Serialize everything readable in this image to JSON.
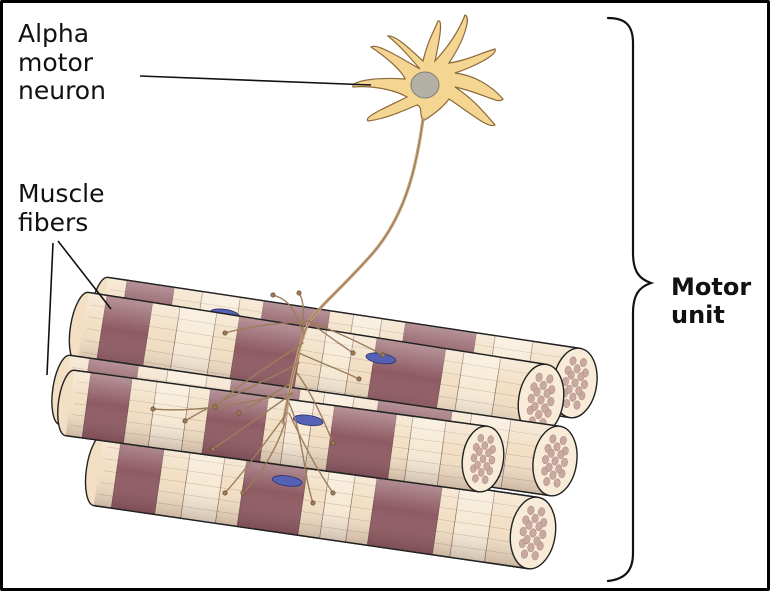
{
  "labels": {
    "neuron": "Alpha\nmotor\nneuron",
    "fibers": "Muscle\nfibers",
    "unit": "Motor\nunit"
  },
  "colors": {
    "cream": "#f2dfc4",
    "cream_light": "#f8ecd9",
    "band": "#8f5a63",
    "band_dark": "#6e3d47",
    "nucleus": "#5561b4",
    "cell_body": "#f5d592",
    "cell_nucleus": "#b3b0a7",
    "axon": "#c4a27c",
    "line": "#222222"
  }
}
